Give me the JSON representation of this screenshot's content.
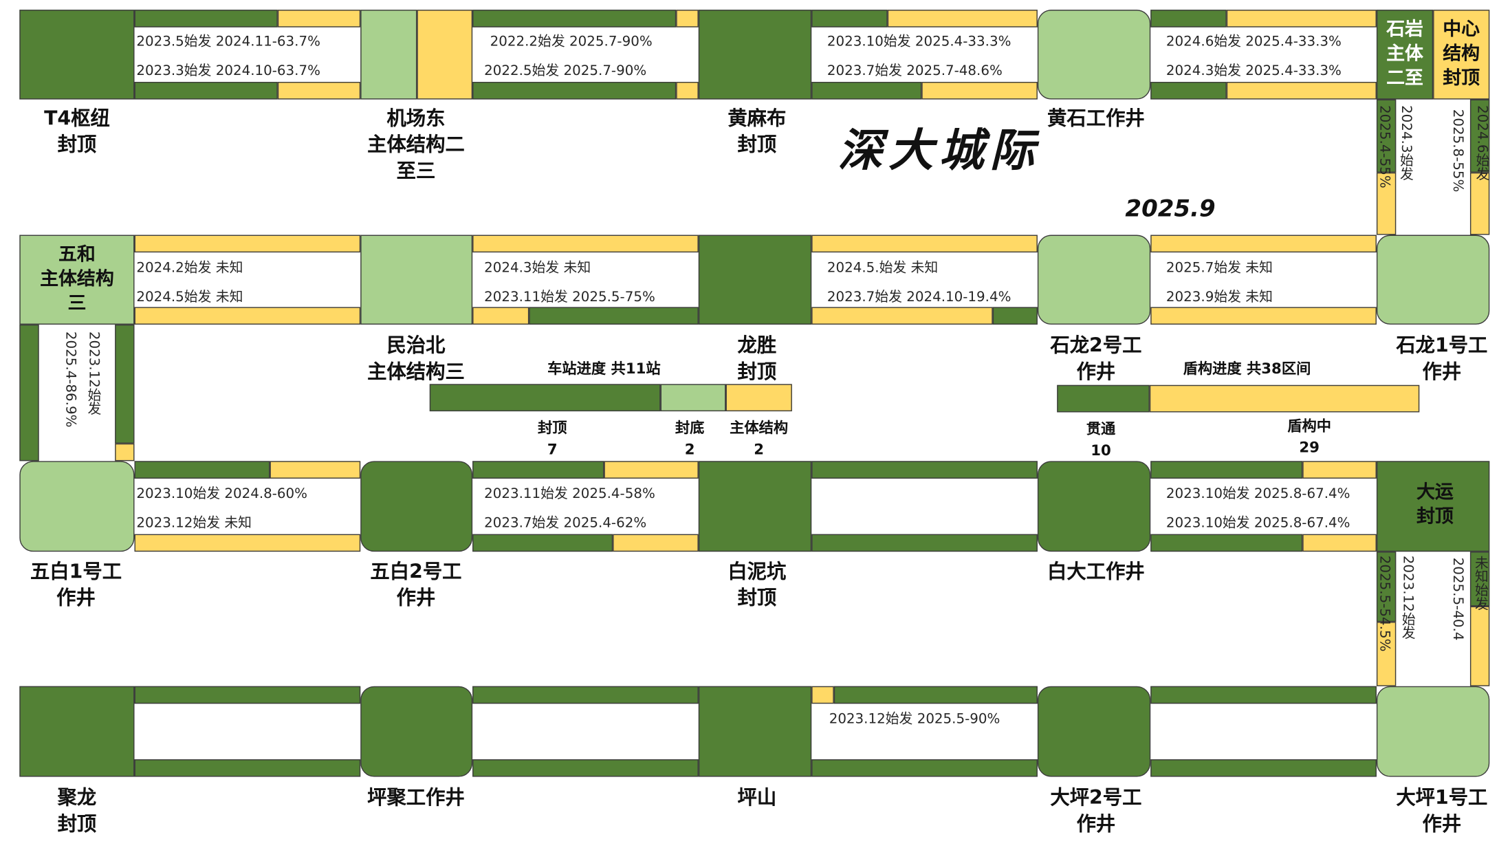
{
  "title": "深大城际",
  "date": "2025.9",
  "colors": {
    "complete": "#538135",
    "floor_sealed": "#a9d18e",
    "in_progress": "#ffd966"
  },
  "stations": {
    "t4": "T4枢纽\n封顶",
    "airport_east": "机场东\n主体结构二\n至三",
    "huangmabu": "黄麻布\n封顶",
    "huangshi": "黄石工作井",
    "shiyan": "石岩\n主体\n二至",
    "center": "中心\n结构\n封顶",
    "wuhe": "五和\n主体结构\n三",
    "minzhibei": "民治北\n主体结构三",
    "longsheng": "龙胜\n封顶",
    "shilong2": "石龙2号工\n作井",
    "shilong1": "石龙1号工\n作井",
    "wubai1": "五白1号工\n作井",
    "wubai2": "五白2号工\n作井",
    "bainikeng": "白泥坑\n封顶",
    "baida": "白大工作井",
    "dayun": "大运\n封顶",
    "julong": "聚龙\n封顶",
    "pingju": "坪聚工作井",
    "pingshan": "坪山",
    "daping2": "大坪2号工\n作井",
    "daping1": "大坪1号工\n作井"
  },
  "tunnels": {
    "r1s1": [
      "2023.5始发 2024.11-63.7%",
      "2023.3始发 2024.10-63.7%"
    ],
    "r1s2": [
      "2022.2始发 2025.7-90%",
      "2022.5始发 2025.7-90%"
    ],
    "r1s3": [
      "2023.10始发 2025.4-33.3%",
      "2023.7始发 2025.7-48.6%"
    ],
    "r1s4": [
      "2024.6始发 2025.4-33.3%",
      "2024.3始发 2025.4-33.3%"
    ],
    "v1": [
      "2025.4-55%",
      "2024.3始发",
      "2025.8-55%",
      "2024.6始发"
    ],
    "r2s1": [
      "2024.2始发 未知",
      "2024.5始发 未知"
    ],
    "r2s2": [
      "2024.3始发 未知",
      "2023.11始发 2025.5-75%"
    ],
    "r2s3": [
      "2024.5.始发 未知",
      "2023.7始发 2024.10-19.4%"
    ],
    "r2s4": [
      "2025.7始发 未知",
      "2023.9始发 未知"
    ],
    "v2": [
      "2023.12始发",
      "2025.4-86.9%"
    ],
    "r3s1": [
      "2023.10始发 2024.8-60%",
      "2023.12始发 未知"
    ],
    "r3s2": [
      "2023.11始发 2025.4-58%",
      "2023.7始发 2025.4-62%"
    ],
    "r3s4": [
      "2023.10始发 2025.8-67.4%",
      "2023.10始发 2025.8-67.4%"
    ],
    "v3": [
      "2025.5-54.5%",
      "2023.12始发",
      "2025.5-40.4",
      "未知始发"
    ],
    "r4s3": [
      "2023.12始发 2025.5-90%"
    ]
  },
  "summary": {
    "stations_title": "车站进度 共11站",
    "stations_values": {
      "sealed_roof": 7,
      "sealed_floor": 2,
      "main_structure": 2
    },
    "stations_labels": {
      "sealed_roof": "封顶\n7",
      "sealed_floor": "封底\n2",
      "main_structure": "主体结构\n2"
    },
    "shield_title": "盾构进度 共38区间",
    "shield_values": {
      "through": 10,
      "in_progress": 29
    },
    "shield_labels": {
      "through": "贯通\n10",
      "in_progress": "盾构中\n29"
    }
  }
}
